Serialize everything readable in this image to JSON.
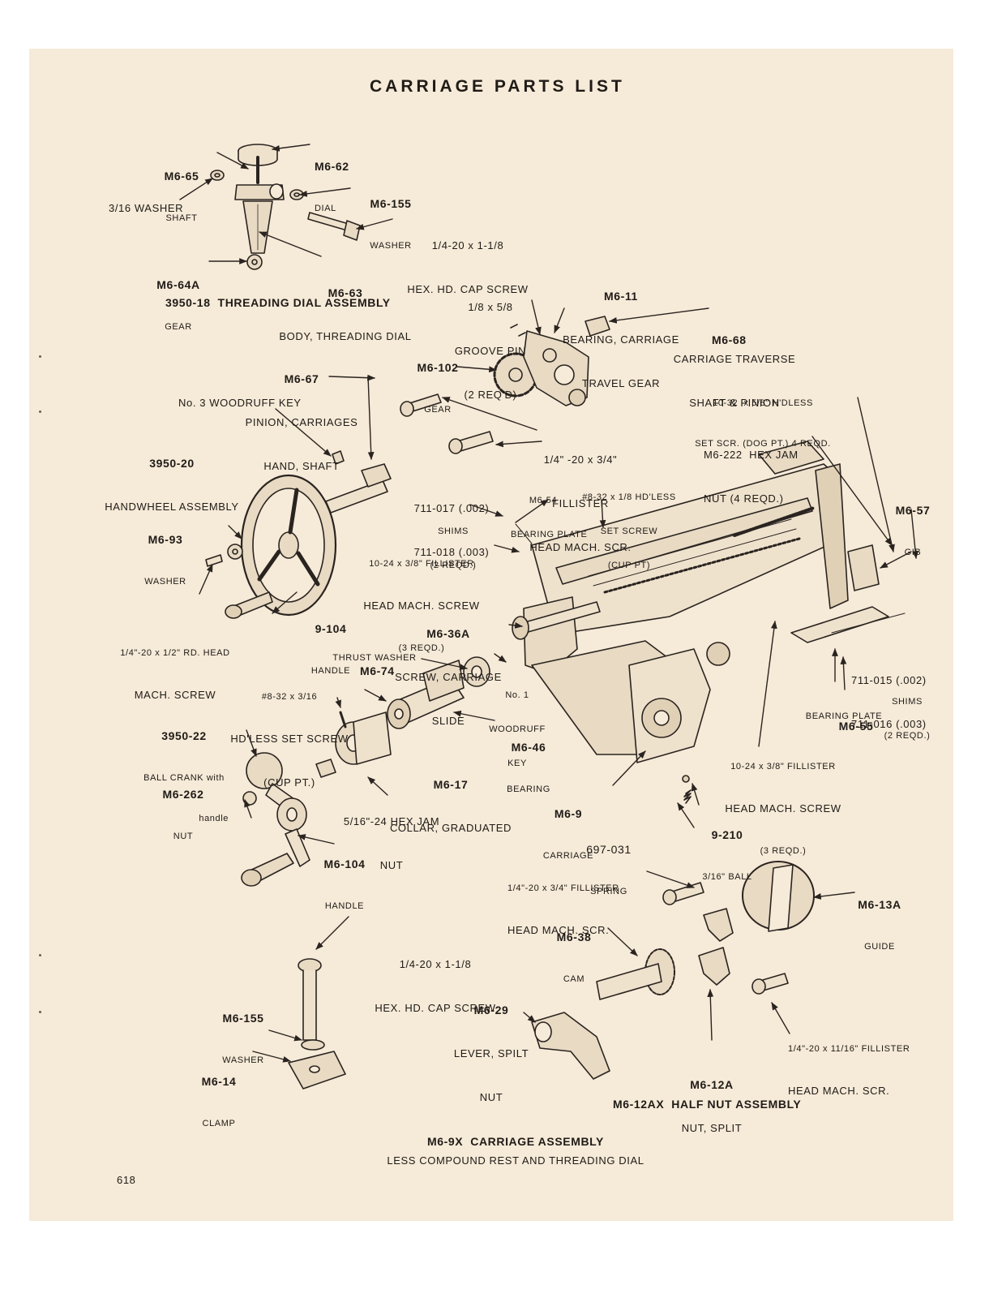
{
  "page_title": "CARRIAGE PARTS LIST",
  "page_number": "618",
  "assemblies": {
    "threading_dial": "3950-18  THREADING DIAL ASSEMBLY",
    "carriage": "M6-9X  CARRIAGE ASSEMBLY",
    "carriage_note": "LESS COMPOUND REST AND THREADING DIAL",
    "half_nut": "M6-12AX  HALF NUT ASSEMBLY"
  },
  "labels": {
    "m6_65": {
      "number": "M6-65",
      "name": "SHAFT"
    },
    "m6_62": {
      "number": "M6-62",
      "name": "DIAL"
    },
    "m6_155_top": {
      "number": "M6-155",
      "name": "WASHER"
    },
    "washer_3_16": {
      "name": "3/16 WASHER"
    },
    "cap_screw_top": {
      "line1": "1/4-20 x 1-1/8",
      "line2": "HEX. HD. CAP SCREW"
    },
    "m6_64a": {
      "number": "M6-64A",
      "name": "GEAR"
    },
    "m6_63": {
      "number": "M6-63",
      "name": "BODY, THREADING DIAL"
    },
    "groove_pin": {
      "line1": "1/8 x 5/8",
      "line2": "GROOVE PIN",
      "line3": "(2 REQ'D)"
    },
    "m6_11": {
      "number": "M6-11",
      "line1": "BEARING, CARRIAGE",
      "line2": "TRAVEL GEAR"
    },
    "m6_68": {
      "number": "M6-68",
      "line1": "CARRIAGE TRAVERSE",
      "line2": "SHAFT & PINION"
    },
    "m6_102": {
      "number": "M6-102",
      "name": "GEAR"
    },
    "m6_67": {
      "number": "M6-67",
      "line1": "PINION, CARRIAGES",
      "line2": "HAND, SHAFT"
    },
    "woodruff_3": {
      "name": "No. 3 WOODRUFF KEY"
    },
    "setscr_dog": {
      "line1": "10-32  x 5/8\" H'DLESS",
      "line2": "SET SCR. (DOG PT.) 4 REQD."
    },
    "m6_222": {
      "line1": "M6-222  HEX JAM",
      "line2": "NUT (4 REQD.)"
    },
    "hw_3950_20": {
      "number": "3950-20",
      "name": "HANDWHEEL ASSEMBLY"
    },
    "fillister_34": {
      "line1": "1/4\" -20 x 3/4\"",
      "line2": "FILLISTER",
      "line3": "HEAD MACH. SCR."
    },
    "shims_top": {
      "line1": "711-017 (.002)",
      "line2": "711-018 (.003)",
      "line3": "SHIMS",
      "line4": "(2 REQD.)"
    },
    "m6_54": {
      "number": "M6-54",
      "name": "BEARING PLATE"
    },
    "setscr_cup_small": {
      "line1": "#8-32 x 1/8 HD'LESS",
      "line2": "SET SCREW",
      "line3": "(CUP PT)"
    },
    "m6_57": {
      "number": "M6-57",
      "name": "GIB"
    },
    "m6_93": {
      "number": "M6-93",
      "name": "WASHER"
    },
    "fillister_1024_a": {
      "line1": "10-24 x 3/8\" FILLISTER",
      "line2": "HEAD MACH. SCREW",
      "line3": "(3 REQD.)"
    },
    "rd_head": {
      "line1": "1/4\"-20 x 1/2\" RD. HEAD",
      "line2": "MACH. SCREW"
    },
    "h_9_104": {
      "number": "9-104",
      "name": "HANDLE"
    },
    "m6_36a": {
      "number": "M6-36A",
      "line1": "SCREW, CARRIAGE",
      "line2": "SLIDE"
    },
    "m6_74": {
      "number": "M6-74",
      "name": "THRUST WASHER"
    },
    "setscr_cup": {
      "line1": "#8-32 x 3/16",
      "line2": "HD'LESS SET SCREW",
      "line3": "(CUP PT.)"
    },
    "woodruff_1": {
      "line1": "No. 1",
      "line2": "WOODRUFF",
      "line3": "KEY"
    },
    "shims_right": {
      "line1": "711-015 (.002)",
      "line2": "711-016 (.003)",
      "line3": "SHIMS",
      "line4": "(2 REQD.)"
    },
    "bc_3950_22": {
      "number": "3950-22",
      "line1": "BALL CRANK with",
      "line2": "handle"
    },
    "m6_46": {
      "number": "M6-46",
      "name": "BEARING"
    },
    "m6_55": {
      "number": "M6-55",
      "name": "BEARING PLATE"
    },
    "m6_262": {
      "number": "M6-262",
      "name": "NUT"
    },
    "m6_17": {
      "number": "M6-17",
      "name": "COLLAR, GRADUATED"
    },
    "jam_nut": {
      "line1": "5/16\"-24 HEX JAM",
      "line2": "NUT"
    },
    "fillister_1024_b": {
      "line1": "10-24 x 3/8\" FILLISTER",
      "line2": "HEAD MACH. SCREW",
      "line3": "(3 REQD.)"
    },
    "m6_9": {
      "number": "M6-9",
      "name": "CARRIAGE"
    },
    "m6_104": {
      "number": "M6-104",
      "name": "HANDLE"
    },
    "spring": {
      "number": "697-031",
      "name": "SPRING"
    },
    "ball": {
      "number": "9-210",
      "name": "3/16\" BALL"
    },
    "fillister_34b": {
      "line1": "1/4\"-20 x 3/4\" FILLISTER",
      "line2": "HEAD MACH. SCR."
    },
    "m6_13a": {
      "number": "M6-13A",
      "name": "GUIDE"
    },
    "m6_38": {
      "number": "M6-38",
      "name": "CAM"
    },
    "cap_screw_bottom": {
      "line1": "1/4-20 x 1-1/8",
      "line2": "HEX. HD. CAP SCREW"
    },
    "m6_155_bottom": {
      "number": "M6-155",
      "name": "WASHER"
    },
    "m6_29": {
      "number": "M6-29",
      "line1": "LEVER, SPILT",
      "line2": "NUT"
    },
    "m6_12a": {
      "number": "M6-12A",
      "name": "NUT, SPLIT"
    },
    "fillister_1116": {
      "line1": "1/4\"-20 x 11/16\" FILLISTER",
      "line2": "HEAD MACH. SCR."
    },
    "m6_14": {
      "number": "M6-14",
      "name": "CLAMP"
    }
  }
}
